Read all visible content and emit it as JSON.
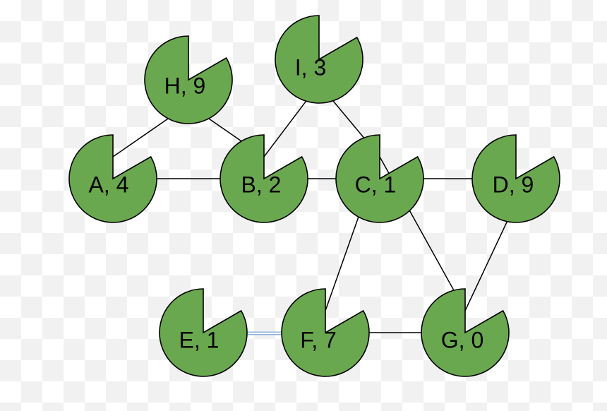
{
  "diagram": {
    "pad_color": "#6aa84f",
    "outline_color": "#000000",
    "selected_edge_color": "#8eb4dc",
    "nodes": [
      {
        "id": "H",
        "label": "H, 9"
      },
      {
        "id": "I",
        "label": "I, 3"
      },
      {
        "id": "A",
        "label": "A, 4"
      },
      {
        "id": "B",
        "label": "B, 2"
      },
      {
        "id": "C",
        "label": "C, 1"
      },
      {
        "id": "D",
        "label": "D, 9"
      },
      {
        "id": "E",
        "label": "E, 1"
      },
      {
        "id": "F",
        "label": "F, 7"
      },
      {
        "id": "G",
        "label": "G, 0"
      }
    ],
    "edges": [
      {
        "from": "H",
        "to": "A",
        "selected": false
      },
      {
        "from": "H",
        "to": "B",
        "selected": false
      },
      {
        "from": "I",
        "to": "B",
        "selected": false
      },
      {
        "from": "I",
        "to": "C",
        "selected": false
      },
      {
        "from": "A",
        "to": "B",
        "selected": false
      },
      {
        "from": "B",
        "to": "C",
        "selected": false
      },
      {
        "from": "C",
        "to": "D",
        "selected": false
      },
      {
        "from": "C",
        "to": "F",
        "selected": false
      },
      {
        "from": "C",
        "to": "G",
        "selected": false
      },
      {
        "from": "D",
        "to": "G",
        "selected": false
      },
      {
        "from": "E",
        "to": "F",
        "selected": true
      },
      {
        "from": "F",
        "to": "G",
        "selected": false
      }
    ]
  }
}
